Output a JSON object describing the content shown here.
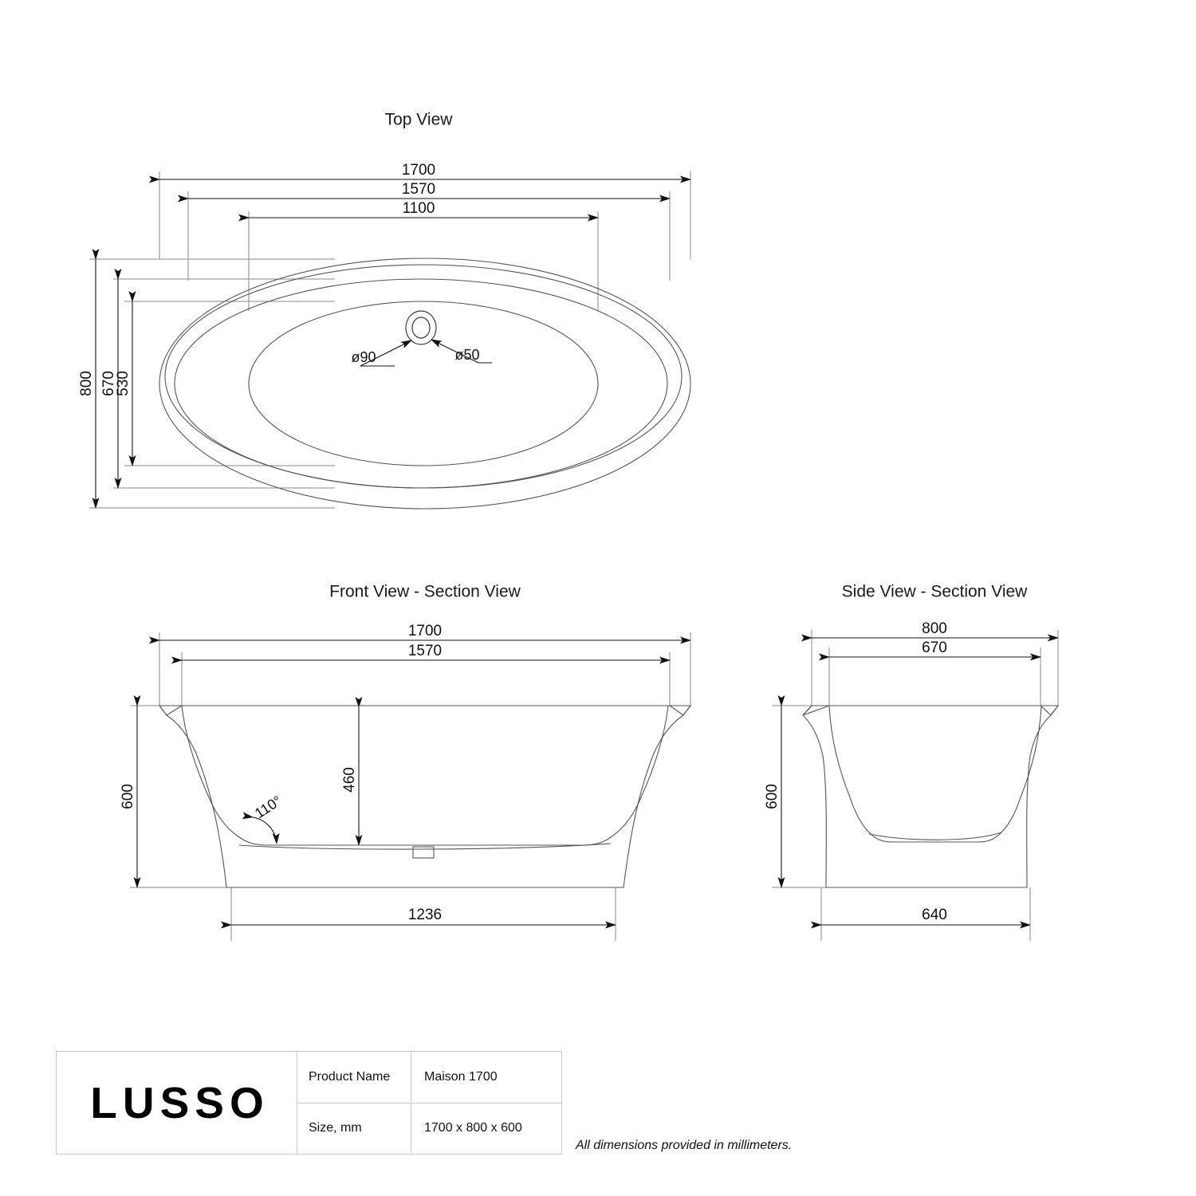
{
  "document": {
    "note": "All dimensions provided in millimeters."
  },
  "views": {
    "top": {
      "title": "Top View",
      "dims": {
        "overall_length": "1700",
        "rim_inner_length": "1570",
        "bowl_length": "1100",
        "overall_width": "800",
        "rim_inner_width": "670",
        "bowl_width": "530"
      },
      "callouts": {
        "drain_outer": "ø90",
        "drain_inner": "ø50"
      }
    },
    "front": {
      "title": "Front View - Section View",
      "dims": {
        "overall_length": "1700",
        "rim_inner_length": "1570",
        "overall_height": "600",
        "interior_depth": "460",
        "base_length": "1236",
        "wall_angle": "110°"
      }
    },
    "side": {
      "title": "Side View - Section View",
      "dims": {
        "overall_width": "800",
        "rim_inner_width": "670",
        "overall_height": "600",
        "base_width": "640"
      }
    }
  },
  "title_block": {
    "logo": "LUSSO",
    "rows": [
      {
        "key": "Product Name",
        "value": "Maison 1700"
      },
      {
        "key": "Size, mm",
        "value": "1700 x 800 x 600"
      }
    ]
  },
  "chart_data": {
    "type": "table",
    "title": "Lusso Maison 1700 Freestanding Bath - Technical Drawing",
    "product": "Maison 1700",
    "units": "mm",
    "dimensions": {
      "overall_length": 1700,
      "overall_width": 800,
      "overall_height": 600,
      "rim_inner_length": 1570,
      "rim_inner_width": 670,
      "bowl_length": 1100,
      "bowl_width": 530,
      "interior_depth": 460,
      "base_length": 1236,
      "base_width": 640,
      "wall_angle_deg": 110,
      "waste_outer_dia": 90,
      "waste_inner_dia": 50
    }
  }
}
